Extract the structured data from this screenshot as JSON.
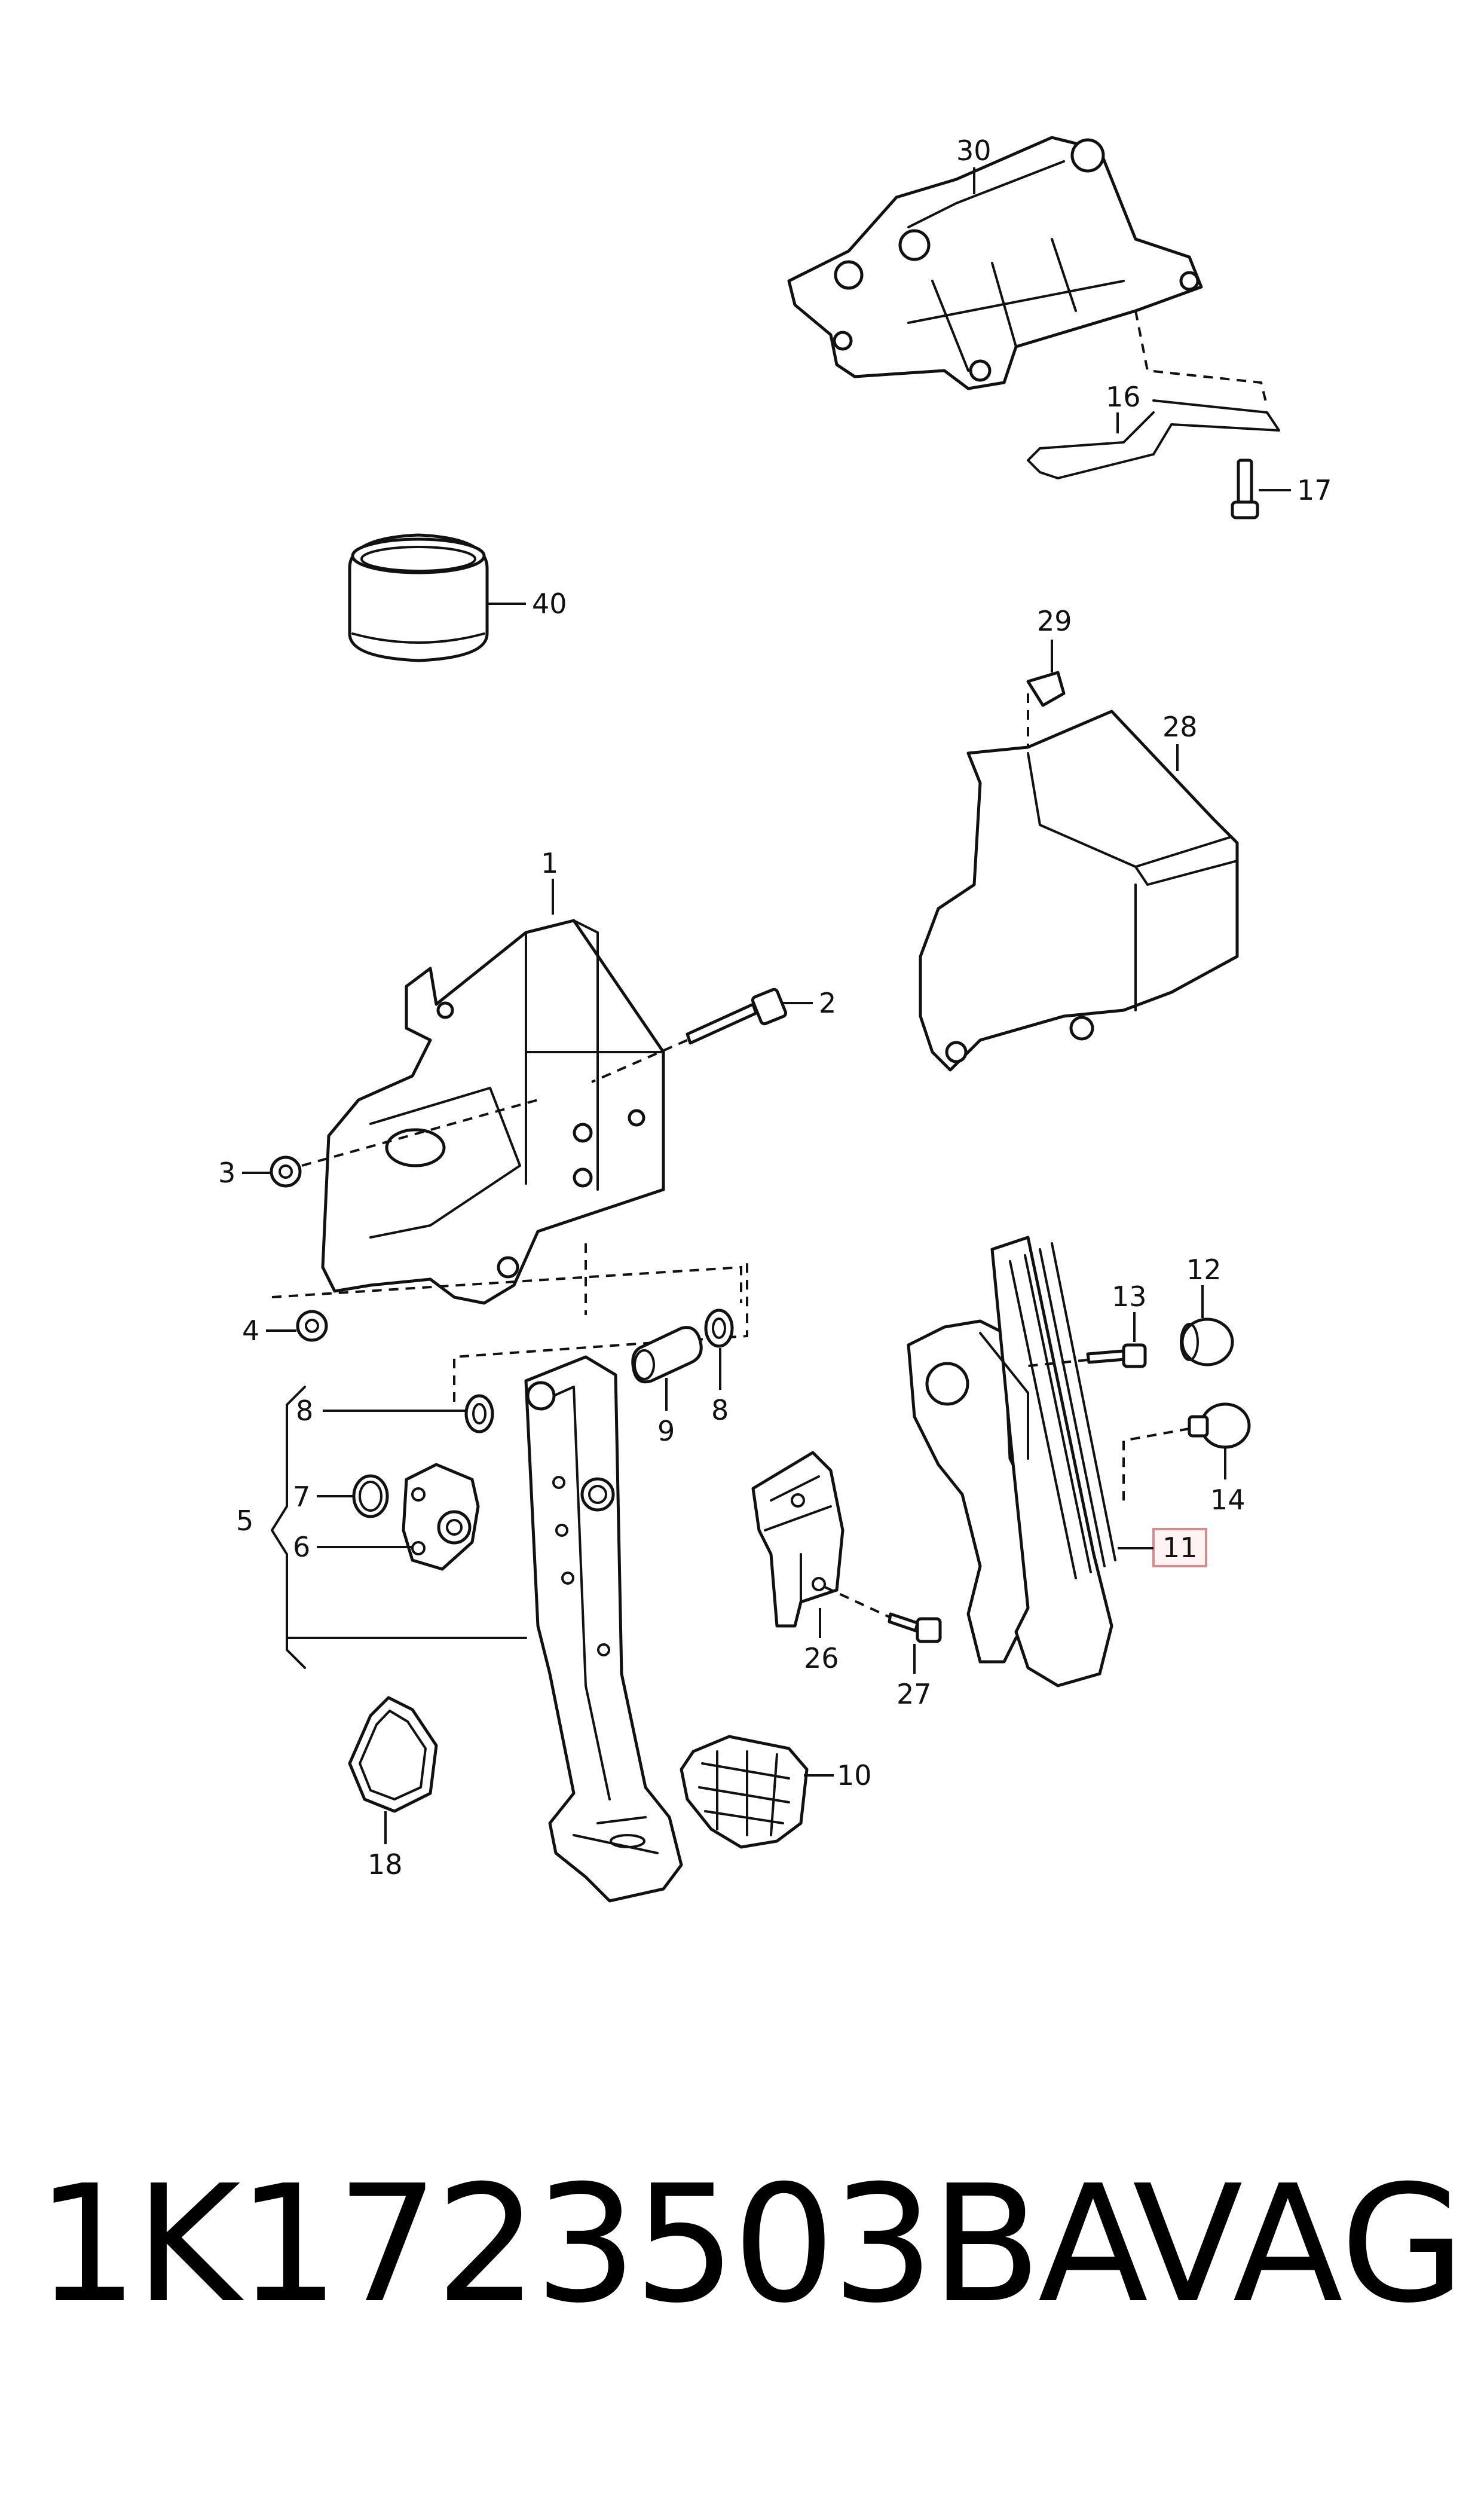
{
  "callouts": {
    "c1": "1",
    "c2": "2",
    "c3": "3",
    "c4": "4",
    "c5": "5",
    "c6": "6",
    "c7": "7",
    "c8a": "8",
    "c8b": "8",
    "c9": "9",
    "c10": "10",
    "c11": "11",
    "c12": "12",
    "c13": "13",
    "c14": "14",
    "c16": "16",
    "c17": "17",
    "c18": "18",
    "c26": "26",
    "c27": "27",
    "c28": "28",
    "c29": "29",
    "c30": "30",
    "c40": "40"
  },
  "highlighted_callout": "11",
  "highlight_color": "#d98b8b",
  "footer": {
    "part_number": "1K1723503BA",
    "brand": "VAG"
  }
}
